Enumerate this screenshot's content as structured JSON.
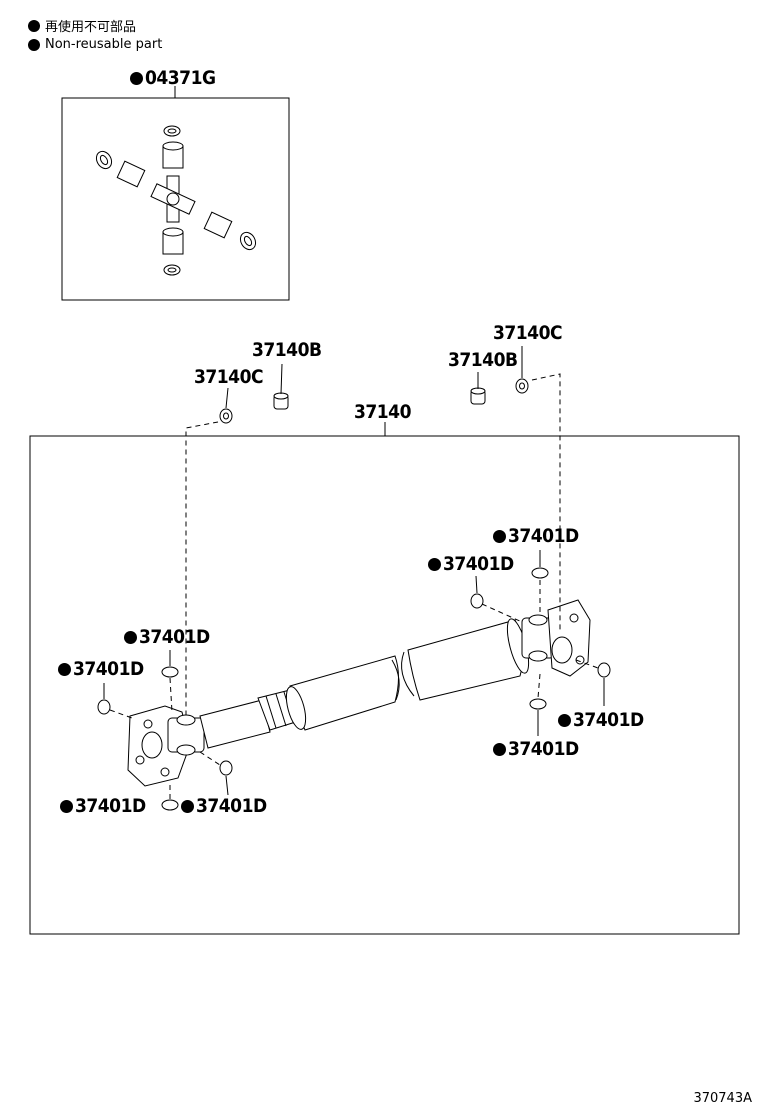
{
  "legend": {
    "line1": "再使用不可部品",
    "line2": "Non-reusable part"
  },
  "labels": {
    "kit": "04371G",
    "assembly": "37140",
    "bolt_b": "37140B",
    "nut_c": "37140C",
    "seal": "37401D"
  },
  "diagram_code": "370743A"
}
